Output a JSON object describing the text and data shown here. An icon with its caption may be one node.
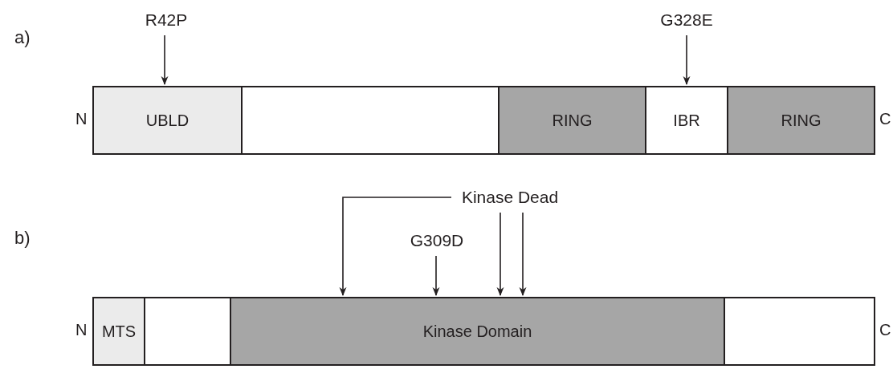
{
  "diagram": {
    "nodes": [
      {
        "text": [
          "R42P"
        ]
      },
      {
        "text": [
          "G328E"
        ]
      },
      {
        "text": [
          "UBLD"
        ]
      },
      {
        "text": [],
        "shape": "box"
      },
      {
        "text": [
          "RING"
        ]
      },
      {
        "text": [
          "IBR"
        ]
      },
      {
        "text": [
          "RING"
        ]
      },
      {
        "text": [
          "Kinase Dead"
        ]
      },
      {
        "text": [
          "G309D"
        ]
      },
      {
        "text": [
          "MTS"
        ]
      },
      {
        "text": [],
        "shape": "box"
      },
      {
        "text": [
          "Kinase Domain"
        ]
      },
      {
        "text": [],
        "shape": "box"
      }
    ],
    "edges": [
      {
        "from": 0,
        "to": 2,
        "arrow": "to"
      },
      {
        "from": 1,
        "to": 5,
        "arrow": "to"
      },
      {
        "from": 7,
        "to": 11,
        "arrow": "to"
      },
      {
        "from": 8,
        "to": 11,
        "arrow": "to"
      },
      {
        "from": 7,
        "to": 11,
        "arrow": "to"
      },
      {
        "from": 7,
        "to": 11,
        "arrow": "to"
      }
    ],
    "labels": [
      "a)",
      "N",
      "C",
      "b)",
      "N",
      "C"
    ]
  }
}
